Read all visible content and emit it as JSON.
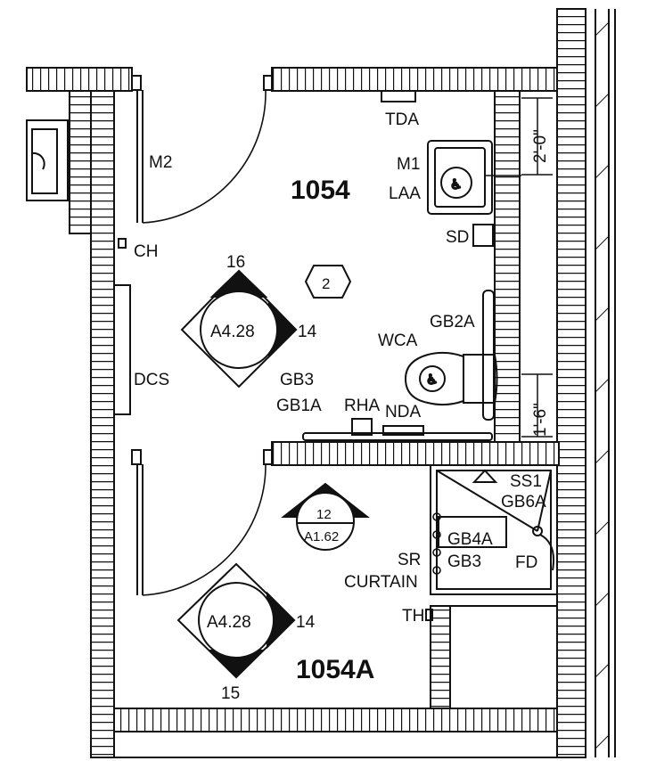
{
  "rooms": {
    "upper_number": "1054",
    "lower_number": "1054A",
    "hex_tag": "2"
  },
  "labels": {
    "tda": "TDA",
    "m1": "M1",
    "laa": "LAA",
    "m2": "M2",
    "ch": "CH",
    "sd": "SD",
    "dcs": "DCS",
    "gb2a": "GB2A",
    "wca": "WCA",
    "gb3_upper": "GB3",
    "gb1a": "GB1A",
    "rha": "RHA",
    "nda": "NDA",
    "ss1": "SS1",
    "gb6a": "GB6A",
    "gb4a": "GB4A",
    "gb3_lower": "GB3",
    "sr": "SR",
    "curtain": "CURTAIN",
    "fd": "FD",
    "th": "TH"
  },
  "dimensions": {
    "upper": "2'-0\"",
    "lower": "1'-6\""
  },
  "section_markers": {
    "upper": {
      "ref": "A4.28",
      "top_number": "16",
      "side_number": "14"
    },
    "lower": {
      "ref": "A4.28",
      "bottom_number": "15",
      "side_number": "14"
    },
    "elevation": {
      "number": "12",
      "sheet": "A1.62"
    }
  },
  "colors": {
    "line": "#111111",
    "background": "#ffffff"
  }
}
